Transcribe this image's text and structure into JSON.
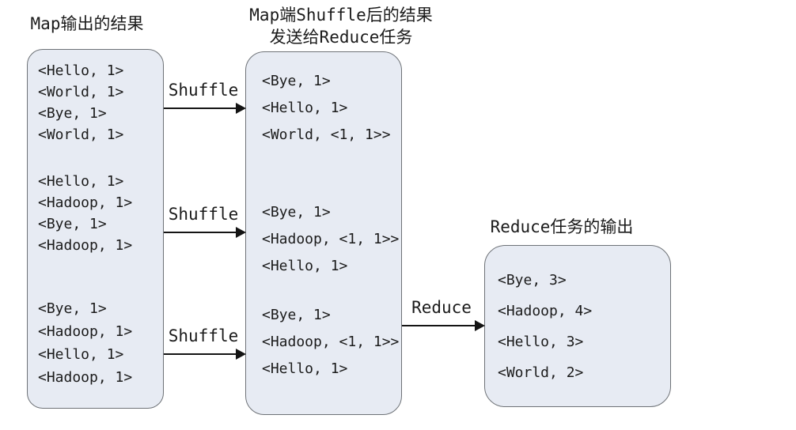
{
  "diagram": {
    "left": {
      "title": "Map输出的结果",
      "groups": [
        [
          "<Hello, 1>",
          "<World, 1>",
          "<Bye, 1>",
          "<World, 1>"
        ],
        [
          "<Hello, 1>",
          "<Hadoop, 1>",
          "<Bye, 1>",
          "<Hadoop, 1>"
        ],
        [
          "<Bye, 1>",
          "<Hadoop, 1>",
          "<Hello, 1>",
          "<Hadoop, 1>"
        ]
      ]
    },
    "middle": {
      "title_line1": "Map端Shuffle后的结果",
      "title_line2": "发送给Reduce任务",
      "groups": [
        [
          "<Bye, 1>",
          "<Hello, 1>",
          "<World, <1, 1>>"
        ],
        [
          "<Bye, 1>",
          "<Hadoop, <1, 1>>",
          "<Hello, 1>"
        ],
        [
          "<Bye, 1>",
          "<Hadoop, <1, 1>>",
          "<Hello, 1>"
        ]
      ]
    },
    "right": {
      "title": "Reduce任务的输出",
      "items": [
        "<Bye, 3>",
        "<Hadoop, 4>",
        "<Hello, 3>",
        "<World, 2>"
      ]
    },
    "labels": {
      "shuffle": "Shuffle",
      "reduce": "Reduce"
    }
  },
  "colors": {
    "box_fill": "#e7ebf3",
    "box_border": "#6e7277",
    "text": "#1b1b1b",
    "arrow": "#141414",
    "bg": "#ffffff"
  }
}
